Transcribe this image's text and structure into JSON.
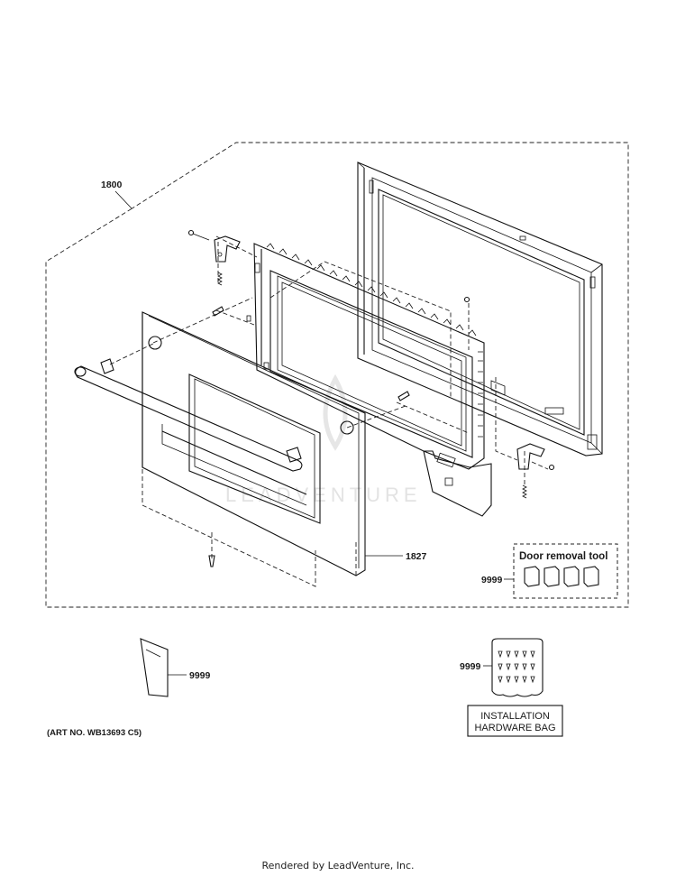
{
  "callouts": {
    "door_assembly": "1800",
    "door_panel": "1827",
    "door_removal_tool_part": "9999",
    "literature_part": "9999",
    "hardware_bag_part": "9999"
  },
  "door_removal_tool": {
    "title": "Door removal tool"
  },
  "hardware_bag": {
    "line1": "INSTALLATION",
    "line2": "HARDWARE BAG"
  },
  "art_number": "(ART NO. WB13693 C5)",
  "watermark": "LEADVENTURE",
  "footer": "Rendered by LeadVenture, Inc."
}
